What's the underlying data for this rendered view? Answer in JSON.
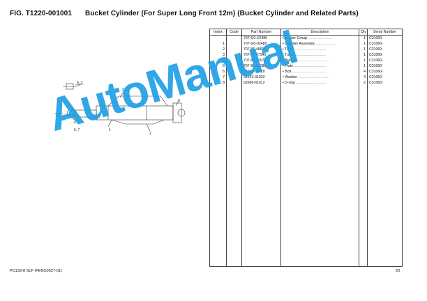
{
  "header": {
    "fig_number": "FIG. T1220-001001",
    "title": "Bucket Cylinder (For Super Long Front 12m) (Bucket Cylinder and Related Parts)"
  },
  "table": {
    "columns": [
      "Index",
      "Code",
      "Part Number",
      "Description",
      "Qty",
      "Serial Number"
    ],
    "rows": [
      {
        "index": "",
        "code": "",
        "part": "707-G0-X2480",
        "desc": "Cylinder Group",
        "dots": "........................",
        "qty": "1",
        "serial": "C31060-"
      },
      {
        "index": "1",
        "code": "",
        "part": "707-G0-02480",
        "desc": "• Cylinder Assembly",
        "dots": "....................",
        "qty": "1",
        "serial": "C31060-"
      },
      {
        "index": "2",
        "code": "",
        "part": "707-86-48680",
        "desc": "• Tube",
        "dots": "................................",
        "qty": "1",
        "serial": "C31060-"
      },
      {
        "index": "3",
        "code": "",
        "part": "707-86-57140",
        "desc": "• Tube",
        "dots": "................................",
        "qty": "1",
        "serial": "C31060-"
      },
      {
        "index": "4",
        "code": "",
        "part": "707-88-02070",
        "desc": "• Bracket",
        "dots": "..............................",
        "qty": "1",
        "serial": "C31060-"
      },
      {
        "index": "5",
        "code": "",
        "part": "707-88-02080",
        "desc": "• Plate",
        "dots": "................................",
        "qty": "1",
        "serial": "C31060-"
      },
      {
        "index": "6",
        "code": "",
        "part": "01010-81020",
        "desc": "• Bolt",
        "dots": "..................................",
        "qty": "4",
        "serial": "C31060-"
      },
      {
        "index": "7",
        "code": "",
        "part": "01643-31032",
        "desc": "• Washer",
        "dots": "..............................",
        "qty": "4",
        "serial": "C31060-"
      },
      {
        "index": "8",
        "code": "",
        "part": "02896-61012",
        "desc": "• O-ring",
        "dots": "..............................",
        "qty": "2",
        "serial": "C31060-"
      }
    ]
  },
  "diagram": {
    "callouts": [
      "6, 7",
      "3",
      "8",
      "5",
      "4",
      "6, 7",
      "1",
      "2"
    ]
  },
  "watermark": "AutoManual",
  "footer": {
    "left": "PC130-8 SLF (FENC0027-01)",
    "page": "20"
  }
}
